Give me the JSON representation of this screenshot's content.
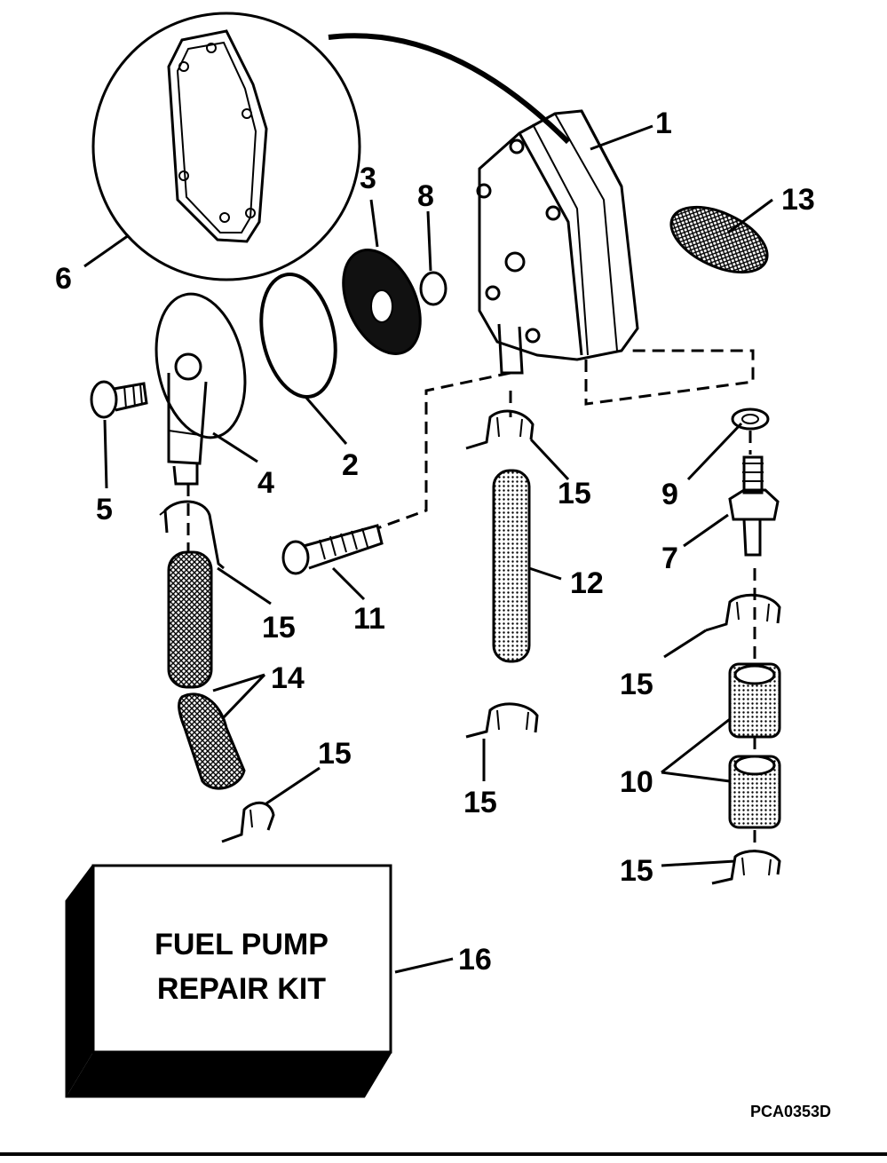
{
  "parts": [
    {
      "id": "1",
      "label": "1"
    },
    {
      "id": "2",
      "label": "2"
    },
    {
      "id": "3",
      "label": "3"
    },
    {
      "id": "4",
      "label": "4"
    },
    {
      "id": "5",
      "label": "5"
    },
    {
      "id": "6",
      "label": "6"
    },
    {
      "id": "7",
      "label": "7"
    },
    {
      "id": "8",
      "label": "8"
    },
    {
      "id": "9",
      "label": "9"
    },
    {
      "id": "10",
      "label": "10"
    },
    {
      "id": "11",
      "label": "11"
    },
    {
      "id": "12",
      "label": "12"
    },
    {
      "id": "13",
      "label": "13"
    },
    {
      "id": "14",
      "label": "14"
    },
    {
      "id": "15a",
      "label": "15"
    },
    {
      "id": "15b",
      "label": "15"
    },
    {
      "id": "15c",
      "label": "15"
    },
    {
      "id": "15d",
      "label": "15"
    },
    {
      "id": "15e",
      "label": "15"
    },
    {
      "id": "15f",
      "label": "15"
    },
    {
      "id": "16",
      "label": "16"
    }
  ],
  "kit_box": {
    "line1": "FUEL PUMP",
    "line2": "REPAIR KIT"
  },
  "drawing_code": "PCA0353D"
}
